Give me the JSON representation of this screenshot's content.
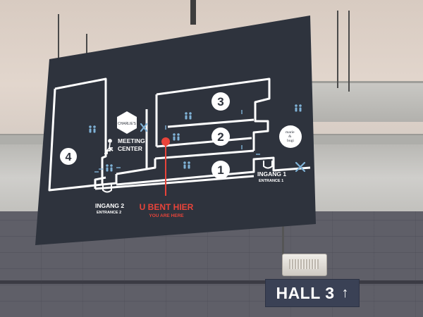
{
  "hall_sign": {
    "label": "HALL 3",
    "arrow_icon": "arrow-up-icon"
  },
  "map": {
    "rooms": [
      "4",
      "3",
      "2",
      "1"
    ],
    "meeting_center": "MEETING\nCENTER",
    "charlies_logo": "CHARLIE'S",
    "marie_logo": "marie\n&\nbugi",
    "you_are_here_nl": "U BENT HIER",
    "you_are_here_en": "YOU ARE HERE",
    "entrance1_nl": "INGANG 1",
    "entrance1_en": "ENTRANCE 1",
    "entrance2_nl": "INGANG 2",
    "entrance2_en": "ENTRANCE 2"
  },
  "colors": {
    "board": "#2e333d",
    "line": "#ffffff",
    "accent_red": "#e8443a",
    "icon_blue": "#7fb2d6",
    "sign_bg": "#3a4155"
  }
}
